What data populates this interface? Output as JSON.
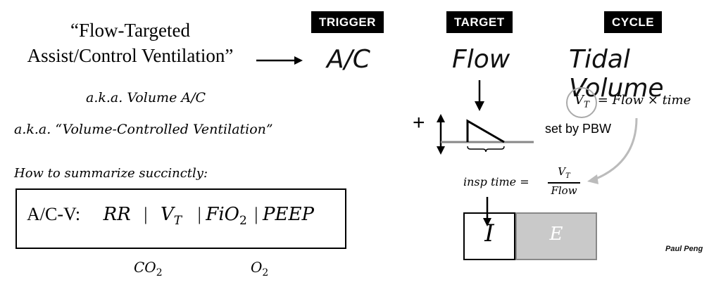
{
  "left": {
    "title_line1": "“Flow-Targeted",
    "title_line2": "Assist/Control Ventilation”",
    "aka1": "a.k.a. Volume A/C",
    "aka2": "a.k.a. “Volume-Controlled Ventilation”",
    "summary_heading": "How to summarize succinctly:",
    "summary": {
      "prefix": "A/C-V:",
      "rr": "RR",
      "sep1": "|",
      "vt_base": "V",
      "vt_sub": "T",
      "sep2": "|",
      "fio2_base": "FiO",
      "fio2_sub": "2",
      "sep3": "|",
      "peep": "PEEP"
    },
    "co2_base": "CO",
    "co2_sub": "2",
    "o2_base": "O",
    "o2_sub": "2"
  },
  "columns": {
    "trigger": {
      "tag": "TRIGGER",
      "value": "A/C"
    },
    "target": {
      "tag": "TARGET",
      "value": "Flow"
    },
    "cycle": {
      "tag": "CYCLE",
      "value": "Tidal Volume"
    }
  },
  "right": {
    "plus": "+",
    "vt_formula": {
      "v": "V",
      "sub": "T",
      "rest": "= Flow × time"
    },
    "set_by": "set by PBW",
    "insp_time": {
      "label": "insp time =",
      "num_base": "V",
      "num_sub": "T",
      "den": "Flow"
    },
    "i_label": "I",
    "e_label": "E"
  },
  "signature": "Paul Peng"
}
